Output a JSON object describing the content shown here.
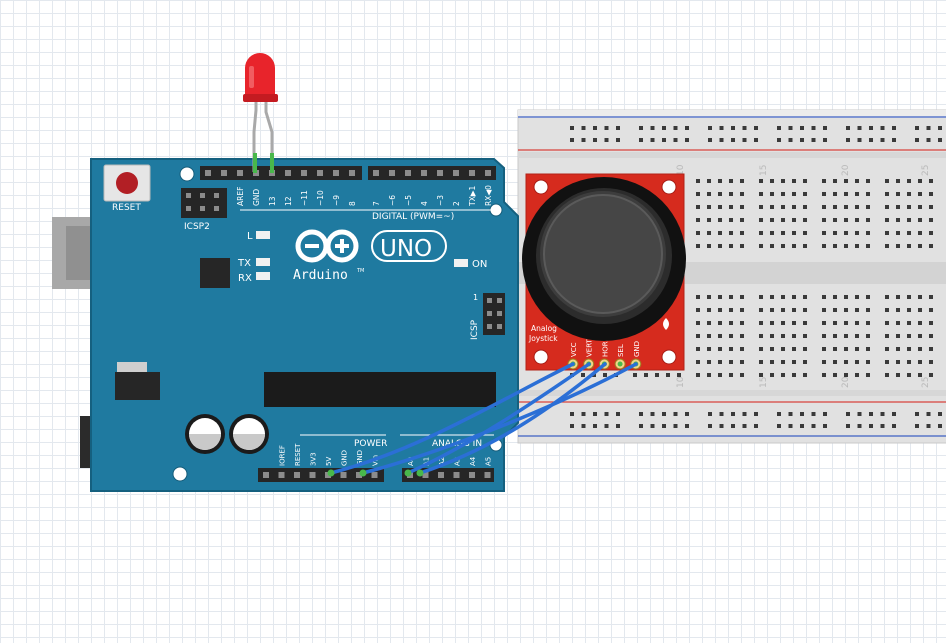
{
  "board": {
    "logo_text": "Arduino",
    "tm": "TM",
    "model": "UNO",
    "reset_label": "RESET",
    "icsp2_label": "ICSP2",
    "icsp_label": "ICSP",
    "icsp_pin1": "1",
    "digital_label": "DIGITAL (PWM=~)",
    "power_label": "POWER",
    "analog_label": "ANALOG IN",
    "led_l": "L",
    "led_tx": "TX",
    "led_rx": "RX",
    "led_on": "ON",
    "top_pins": [
      "AREF",
      "GND",
      "13",
      "12",
      "~11",
      "~10",
      "~9",
      "8",
      "7",
      "~6",
      "~5",
      "4",
      "~3",
      "2",
      "TX▶1",
      "RX◀0"
    ],
    "bottom_pins": [
      "IOREF",
      "RESET",
      "3V3",
      "5V",
      "GND",
      "GND",
      "Vin",
      "A0",
      "A1",
      "A2",
      "A3",
      "A4",
      "A5"
    ]
  },
  "joystick": {
    "title_line1": "Analog",
    "title_line2": "Joystick",
    "pins": [
      "VCC",
      "VERT",
      "HORIZ",
      "SEL",
      "GND"
    ]
  },
  "breadboard": {
    "column_numbers": [
      "10",
      "15",
      "20",
      "25"
    ]
  },
  "colors": {
    "board": "#1f7aa0",
    "board_edge": "#15607f",
    "wire": "#2b6fd6",
    "joystick_pcb": "#d62b1e",
    "led": "#e8242b",
    "rail_red": "#d8433c",
    "rail_blue": "#3d5fc4"
  }
}
